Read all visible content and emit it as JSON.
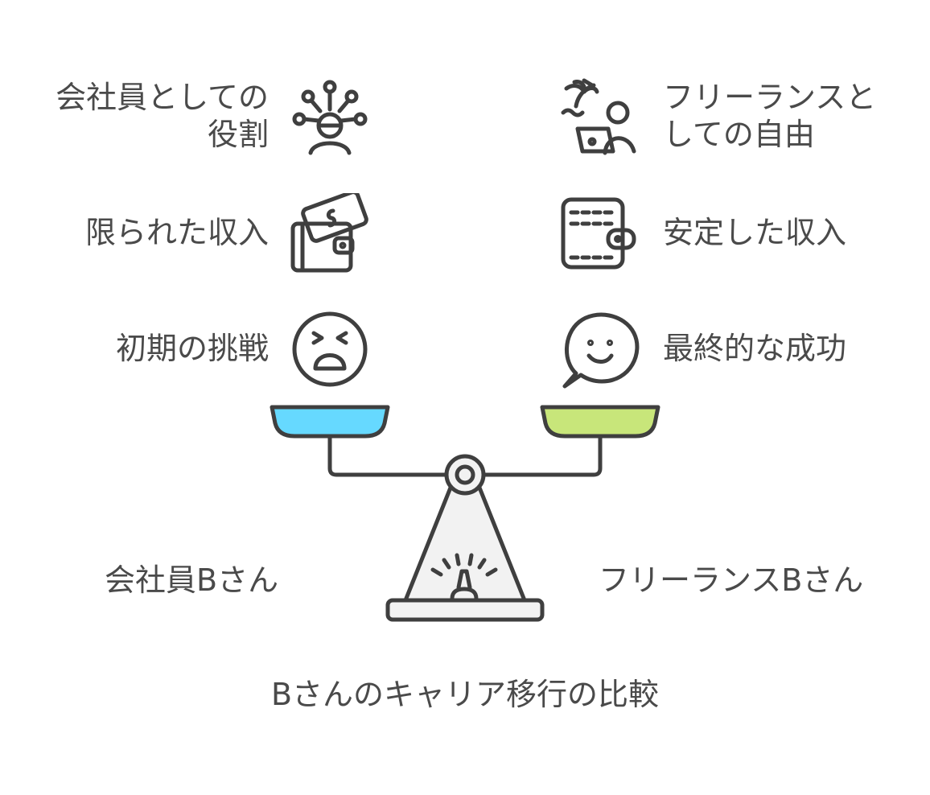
{
  "left": {
    "items": [
      {
        "label_line1": "会社員としての",
        "label_line2": "役割",
        "icon": "person-network-icon"
      },
      {
        "label": "限られた収入",
        "icon": "wallet-with-cash-icon"
      },
      {
        "label": "初期の挑戦",
        "icon": "frustrated-face-icon"
      }
    ],
    "pan_color": "#66d9ff",
    "caption": "会社員Bさん"
  },
  "right": {
    "items": [
      {
        "label_line1": "フリーランスと",
        "label_line2": "しての自由",
        "icon": "beach-laptop-icon"
      },
      {
        "label": "安定した収入",
        "icon": "wallet-icon"
      },
      {
        "label": "最終的な成功",
        "icon": "smiling-speech-bubble-icon"
      }
    ],
    "pan_color": "#c8e67a",
    "caption": "フリーランスBさん"
  },
  "title": "Bさんのキャリア移行の比較"
}
